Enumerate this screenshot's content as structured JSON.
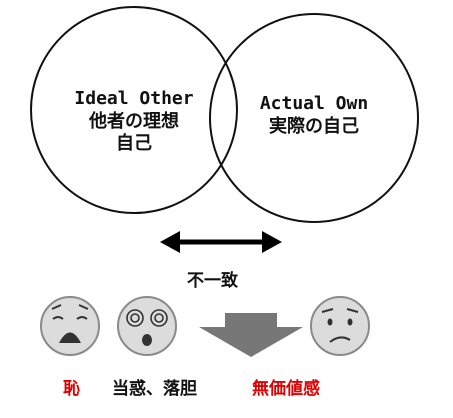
{
  "circles": {
    "left": {
      "line1": "Ideal Other",
      "line2": "他者の理想",
      "line3": "自己"
    },
    "right": {
      "line1": "Actual Own",
      "line2": "実際の自己"
    }
  },
  "arrow_label": "不一致",
  "emotions": [
    {
      "text": "恥",
      "color": "#e00000"
    },
    {
      "text": "当惑、落胆",
      "color": "#111111"
    },
    {
      "text": "無価値感",
      "color": "#e00000"
    }
  ],
  "icons": [
    "sad-face-icon",
    "dizzy-face-icon",
    "down-arrow-icon",
    "worried-face-icon"
  ],
  "colors": {
    "stroke": "#111111",
    "face_fill": "#dcdcdc",
    "face_stroke": "#8a8a8a",
    "arrow_gray": "#777777",
    "accent_red": "#e00000"
  }
}
